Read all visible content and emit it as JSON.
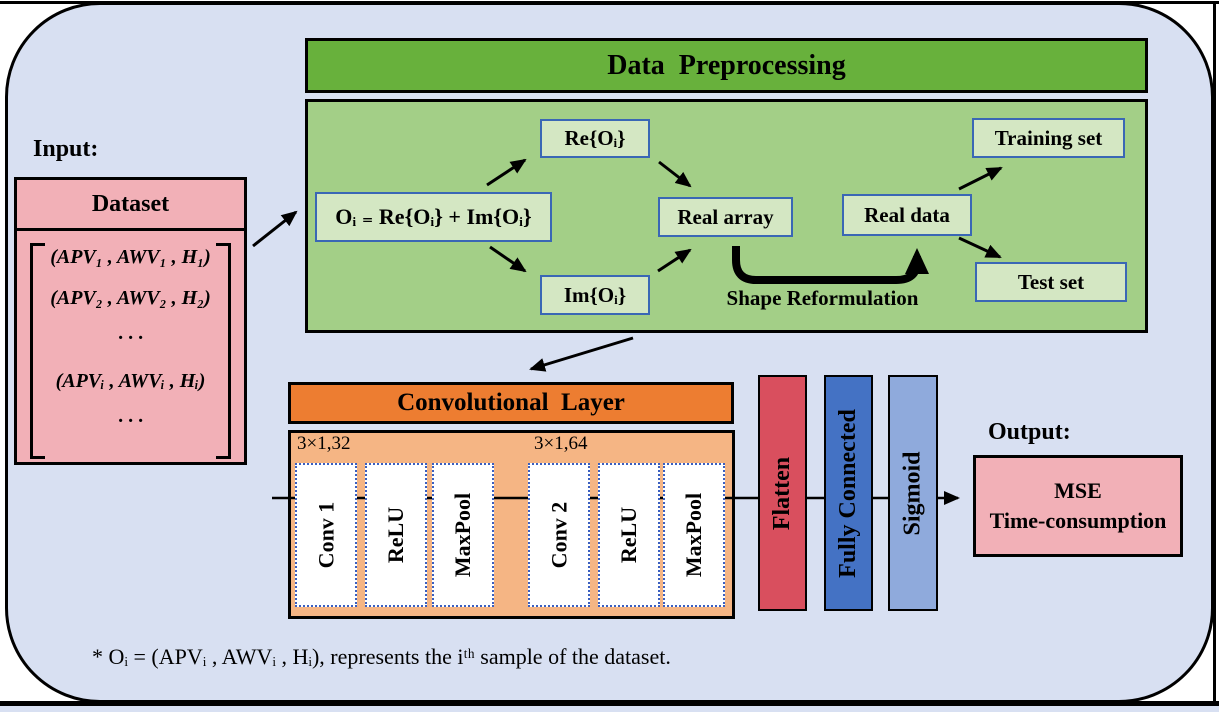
{
  "figure": {
    "type": "cnn-pipeline-diagram",
    "colors": {
      "slide_background": "#d8e0f2",
      "preprocessing_header_green": "#68b13c",
      "preprocessing_body_green": "#a3cf87",
      "preprocessing_box_green": "#d4e7c3",
      "box_border_blue": "#3a67b5",
      "conv_header_orange": "#ed7d31",
      "conv_body_orange": "#f5b584",
      "flatten_red": "#d94f5e",
      "fully_connected_blue": "#4472c4",
      "sigmoid_light_blue": "#8faadc",
      "dataset_pink": "#f2b0b7",
      "line_black": "#000000"
    }
  },
  "input": {
    "label": "Input:",
    "dataset_title": "Dataset",
    "rows": [
      "(APV₁ , AWV₁ , H₁)",
      "(APV₂ , AWV₂ , H₂)",
      "· · ·",
      "(APVᵢ , AWVᵢ , Hᵢ)",
      "· · ·"
    ]
  },
  "pre": {
    "title": "Data  Preprocessing",
    "formula": "Oᵢ ₌ Re{Oᵢ} + Im{Oᵢ}",
    "re": "Re{Oᵢ}",
    "im": "Im{Oᵢ}",
    "real_array": "Real array",
    "real_data": "Real data",
    "training": "Training set",
    "test": "Test set",
    "shape": "Shape Reformulation"
  },
  "conv": {
    "title": "Convolutional  Layer",
    "g1": "3×1,32",
    "g2": "3×1,64",
    "blocks": [
      "Conv 1",
      "ReLU",
      "MaxPool",
      "Conv 2",
      "ReLU",
      "MaxPool"
    ]
  },
  "tail": {
    "flatten": "Flatten",
    "fc": "Fully Connected",
    "sigmoid": "Sigmoid"
  },
  "out": {
    "label": "Output:",
    "line1": "MSE",
    "line2": "Time-consumption"
  },
  "footnote": "* Oᵢ = (APVᵢ , AWVᵢ , Hᵢ), represents the iᵗʰ sample of the dataset."
}
